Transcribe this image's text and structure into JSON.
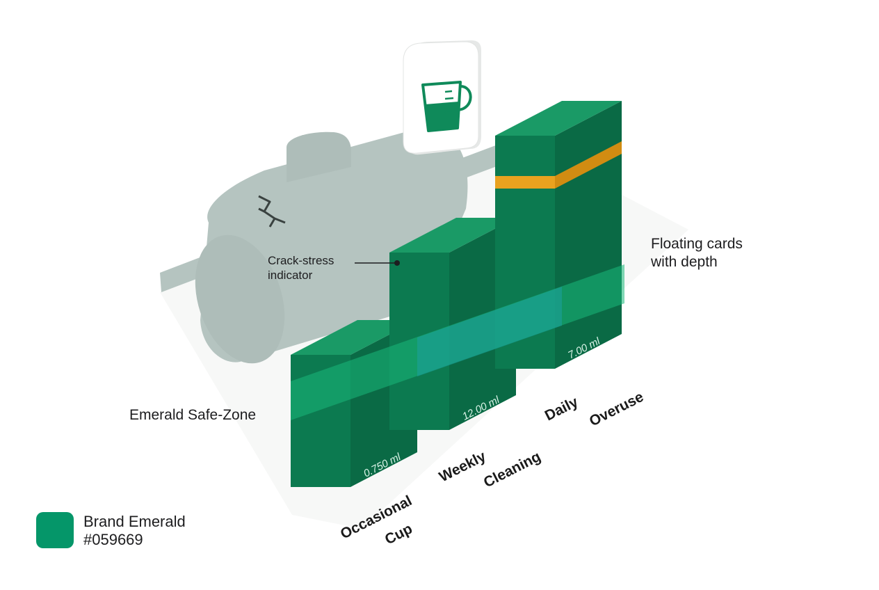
{
  "chart_data": {
    "type": "bar",
    "categories": [
      [
        "Occasional",
        "Cup"
      ],
      [
        "Weekly",
        "Cleaning"
      ],
      [
        "Daily",
        "Overuse"
      ]
    ],
    "values": [
      0.75,
      12.0,
      7.0
    ],
    "value_labels": [
      "0.750 ml",
      "12.00 ml",
      "7.00 ml"
    ],
    "title": "",
    "xlabel": "",
    "ylabel": "",
    "annotations": {
      "crack": [
        "Crack-stress",
        "indicator"
      ],
      "cards": [
        "Floating cards",
        "with depth"
      ],
      "safe_zone": "Emerald Safe-Zone"
    },
    "legend": {
      "name": "Brand Emerald",
      "hex": "#059669",
      "placement": "bottom-left"
    },
    "colors": {
      "bar_top": "#1a9a66",
      "bar_front": "#0c7a50",
      "bar_side": "#0a6a45",
      "safe_band": "#19b87a",
      "warning_band": "#e9a21f",
      "tank": "#b5c4c0",
      "icon_green": "#0f8a5a"
    },
    "icon": "measuring-cup-icon"
  }
}
